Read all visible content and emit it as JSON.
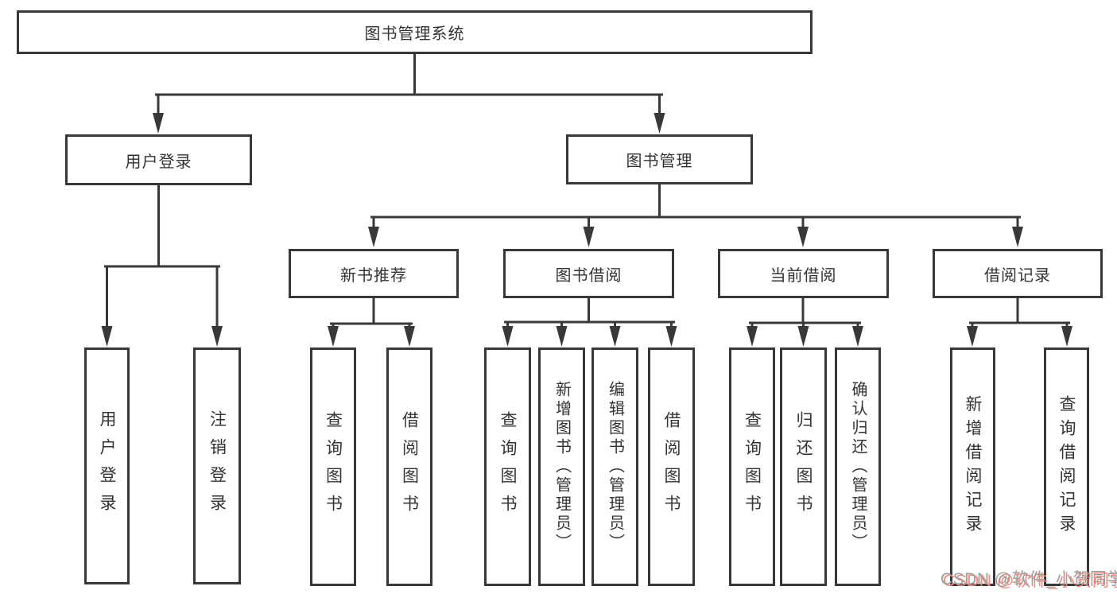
{
  "nodes": {
    "root": {
      "label": "图书管理系统"
    },
    "userLogin": {
      "label": "用户登录"
    },
    "bookMgmt": {
      "label": "图书管理"
    },
    "newBookRec": {
      "label": "新书推荐"
    },
    "bookBorrow": {
      "label": "图书借阅"
    },
    "currentBorrow": {
      "label": "当前借阅"
    },
    "borrowRecord": {
      "label": "借阅记录"
    }
  },
  "leaves": {
    "login": [
      {
        "label": "用户登录"
      },
      {
        "label": "注销登录"
      }
    ],
    "recommend": [
      {
        "label": "查询图书"
      },
      {
        "label": "借阅图书"
      }
    ],
    "borrow": [
      {
        "label": "查询图书"
      },
      {
        "label": "新增图书（管理员）"
      },
      {
        "label": "编辑图书（管理员）"
      },
      {
        "label": "借阅图书"
      }
    ],
    "current": [
      {
        "label": "查询图书"
      },
      {
        "label": "归还图书"
      },
      {
        "label": "确认归还（管理员）"
      }
    ],
    "records": [
      {
        "label": "新增借阅记录"
      },
      {
        "label": "查询借阅记录"
      }
    ]
  },
  "watermark": {
    "text": "CSDN @软件_小贺同学"
  },
  "colors": {
    "line": "#383838",
    "text": "#333333",
    "background": "#ffffff",
    "watermark_text": "#9e9e9e",
    "watermark_shadow": "#f28b7d"
  }
}
